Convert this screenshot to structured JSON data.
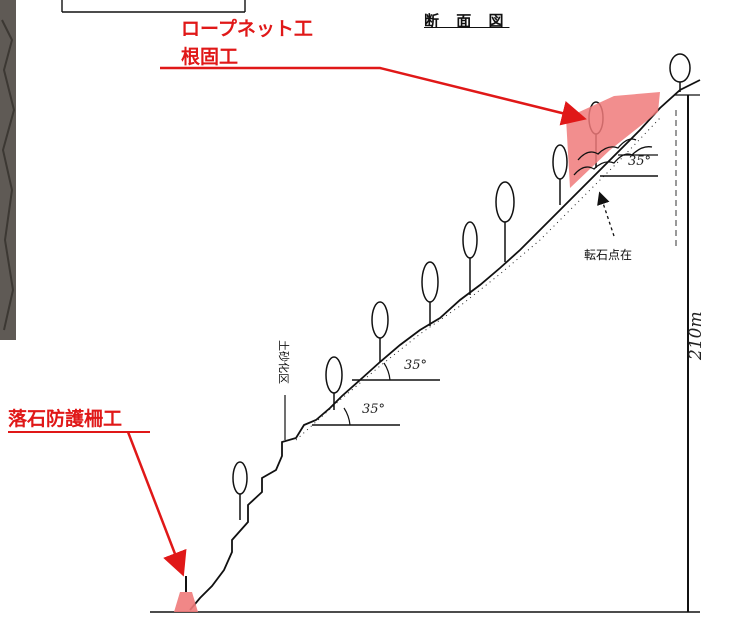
{
  "title": "断 面 図",
  "labels": {
    "rope_net": "ロープネット工",
    "footing": "根固工",
    "rockfall_fence": "落石防護柵工",
    "boulders": "転石点在",
    "height": "210m",
    "vertical_note": "土砂化区"
  },
  "angles": {
    "upper": "35°",
    "middle": "35°",
    "lower": "35°"
  },
  "colors": {
    "accent": "#e01818",
    "highlight": "#f07a7a",
    "ink": "#111111",
    "photo": "#5f5a55"
  }
}
